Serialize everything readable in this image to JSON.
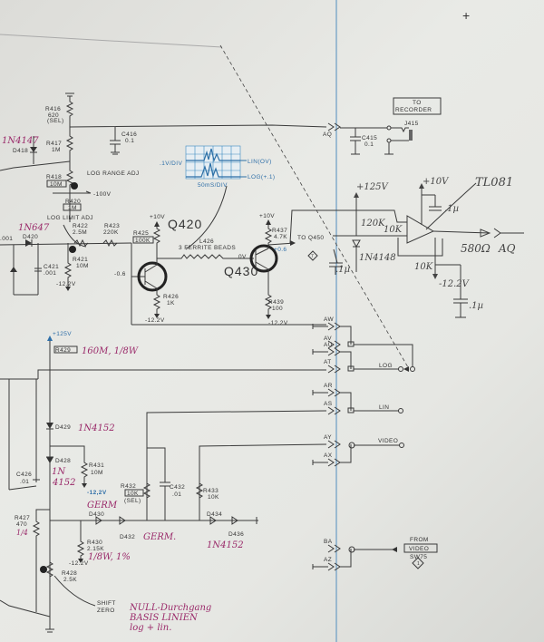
{
  "corner_mark": "+",
  "top": {
    "r416": "R416",
    "r416_val": "620",
    "r416_sel": "(SEL)",
    "r417": "R417",
    "r417_val": "1M",
    "d418": "D418",
    "d418_note": "1N4147",
    "c416": "C416",
    "c416_val": "0.1",
    "r418": "R418",
    "r418_val": "10M",
    "r420": "R420",
    "r420_val": "1M",
    "log_range_adj": "LOG RANGE ADJ",
    "minus100v": "-100V",
    "log_limit_adj": "LOG LIMIT ADJ",
    "r422": "R422",
    "r422_val": "2.5M",
    "r423": "R423",
    "r423_val": "220K",
    "r421": "R421",
    "r421_val": "10M",
    "r421_supply": "-12.2V",
    "c421": "C421",
    "c421_val": ".001",
    "d420": "D420",
    "d420_note": "1N647",
    "c420_val": ".001",
    "r425": "R425",
    "r425_val": "100K",
    "q420_supply": "+10V",
    "q420": "Q420",
    "q420_base": "-0.6",
    "r426": "R426",
    "r426_val": "1K",
    "r426_supply": "-12.2V",
    "l426": "L426",
    "l426_desc": "3 FERRITE BEADS",
    "l426_volt": "0V",
    "q430": "Q430",
    "q430_supply": "+10V",
    "r437": "R437",
    "r437_val": "4.7K",
    "to_q450": "TO Q450",
    "q450_volt": "+0.6",
    "q450_ref": "7",
    "r439": "R439",
    "r439_val": "100",
    "r439_supply": "-12.2V"
  },
  "scope": {
    "vdiv": ".1V/DIV",
    "lin": "LIN(OV)",
    "log": "LOG(+.1)",
    "tdiv": "50mS/DIV"
  },
  "recorder": {
    "box": "TO RECORDER",
    "to": "TO",
    "rec": "RECORDER",
    "j415": "J415",
    "c415": "C415",
    "c415_val": "0.1"
  },
  "opamp": {
    "name": "TL081",
    "plus10v": "+10V",
    "plus125v": "+125V",
    "r120k": "120K",
    "r10k_in": "10K",
    "diode": "1N4148",
    "cap_in": ".1µ",
    "cap_top": ".1µ",
    "r_out": "580Ω",
    "out_label": "AQ",
    "r10k_fb": "10K",
    "minus12v": "-12.2V",
    "cap_neg": ".1µ"
  },
  "connectors": [
    "AQ",
    "AW",
    "AV",
    "AU",
    "AT",
    "AR",
    "AS",
    "AY",
    "AX",
    "BA",
    "AZ"
  ],
  "switch": {
    "log": "LOG",
    "lin": "LIN",
    "video": "VIDEO",
    "from": "FROM",
    "from_box": "VIDEO",
    "sw": "SW75",
    "ref": "1"
  },
  "bottom": {
    "plus125v": "+125V",
    "r429": "R429",
    "r429_note": "160M, 1/8W",
    "d429": "D429",
    "d429_note": "1N4152",
    "d428": "D428",
    "d428_note1": "1N",
    "d428_note2": "4152",
    "r431": "R431",
    "r431_val": "10M",
    "r431_supply": "-12,2V",
    "c426": "C426",
    "c426_val": ".01",
    "r427": "R427",
    "r427_val": "470",
    "r427_note": "1/4",
    "d430_note": "GERM",
    "d430": "D430",
    "d432": "D432",
    "d432_note": "GERM.",
    "r432": "R432",
    "r432_val": "10K",
    "r432_sel": "(SEL)",
    "c432": "C432",
    "c432_val": ".01",
    "r433": "R433",
    "r433_val": "10K",
    "d434": "D434",
    "d436": "D436",
    "d434_note": "1N4152",
    "r430": "R430",
    "r430_val": "2.15K",
    "r430_note": "1/8W, 1%",
    "r430_supply": "-12.2V",
    "r428": "R428",
    "r428_val": "2.5K",
    "shift": "SHIFT",
    "zero": "ZERO",
    "note1": "NULL-Durchgang",
    "note2": "BASIS LINIEN",
    "note3": "log + lin."
  }
}
